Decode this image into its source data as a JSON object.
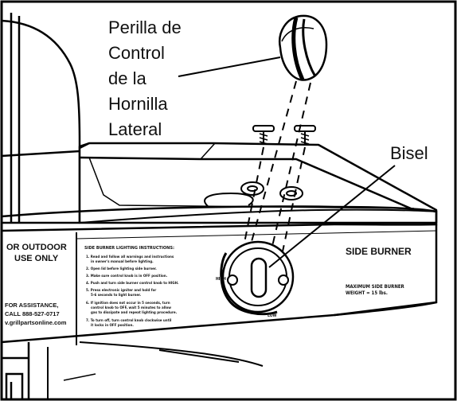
{
  "callouts": {
    "knob_label_lines": [
      "Perilla de",
      "Control",
      "de la",
      "Hornilla",
      "Lateral"
    ],
    "bezel_label": "Bisel"
  },
  "left_panel": {
    "outdoor_lines": [
      "OR OUTDOOR",
      "USE ONLY"
    ],
    "assistance_lines": [
      "FOR ASSISTANCE,",
      "CALL 888-527-0717",
      "v.grillpartsonline.com"
    ]
  },
  "instructions": {
    "title": "SIDE BURNER LIGHTING INSTRUCTIONS:",
    "steps": [
      [
        "1. Read and follow all warnings and instructions",
        "in owner's manual before lighting."
      ],
      [
        "2. Open lid before lighting side burner."
      ],
      [
        "3. Make sure control knob is in OFF position."
      ],
      [
        "4. Push and turn side burner control knob to HIGH."
      ],
      [
        "5. Press electronic igniter and hold for",
        "5-6 seconds to light burner."
      ],
      [
        "6. If ignition does not occur in 5 seconds, turn",
        "control knob to OFF, wait 5 minutes to allow",
        "gas to dissipate and repeat lighting procedure."
      ],
      [
        "7. To turn off, turn control knob clockwise until",
        "it locks in OFF position."
      ]
    ]
  },
  "right_panel": {
    "title": "SIDE BURNER",
    "weight_lines": [
      "MAXIMUM SIDE BURNER",
      "WEIGHT = 15 lbs."
    ]
  },
  "dial": {
    "left_mark": "HIGH",
    "bottom_mark": "LOW"
  }
}
